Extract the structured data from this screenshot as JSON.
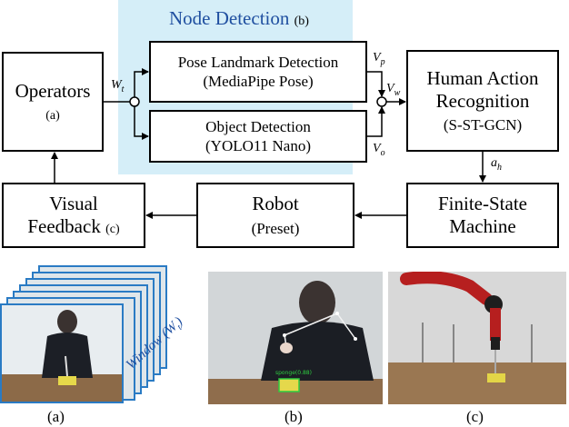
{
  "panel": {
    "title": "Node Detection",
    "title_tag": "(b)"
  },
  "boxes": {
    "operators": {
      "label": "Operators",
      "tag": "(a)"
    },
    "pose": {
      "line1": "Pose Landmark Detection",
      "line2": "(MediaPipe Pose)"
    },
    "object": {
      "line1": "Object Detection",
      "line2": "(YOLO11 Nano)"
    },
    "har": {
      "line1": "Human Action",
      "line2": "Recognition",
      "line3": "(S-ST-GCN)"
    },
    "fsm": {
      "line1": "Finite-State",
      "line2": "Machine"
    },
    "robot": {
      "line1": "Robot",
      "line2": "(Preset)"
    },
    "feedback": {
      "line1": "Visual",
      "line2": "Feedback",
      "tag": "(c)"
    }
  },
  "symbols": {
    "wt": "W",
    "wt_sub": "t",
    "vp": "V",
    "vp_sub": "p",
    "vo": "V",
    "vo_sub": "o",
    "vw": "V",
    "vw_sub": "w",
    "ah": "a",
    "ah_sub": "h",
    "window_label": "Window (W",
    "window_sub": "t",
    "window_close": ")"
  },
  "captions": {
    "a": "(a)",
    "b": "(b)",
    "c": "(c)"
  },
  "photo_b": {
    "detection_label": "sponge(0.88)"
  },
  "colors": {
    "panel": "#d5eef8",
    "frame_border": "#2a7bc4",
    "detection_green": "#2ecc40"
  }
}
